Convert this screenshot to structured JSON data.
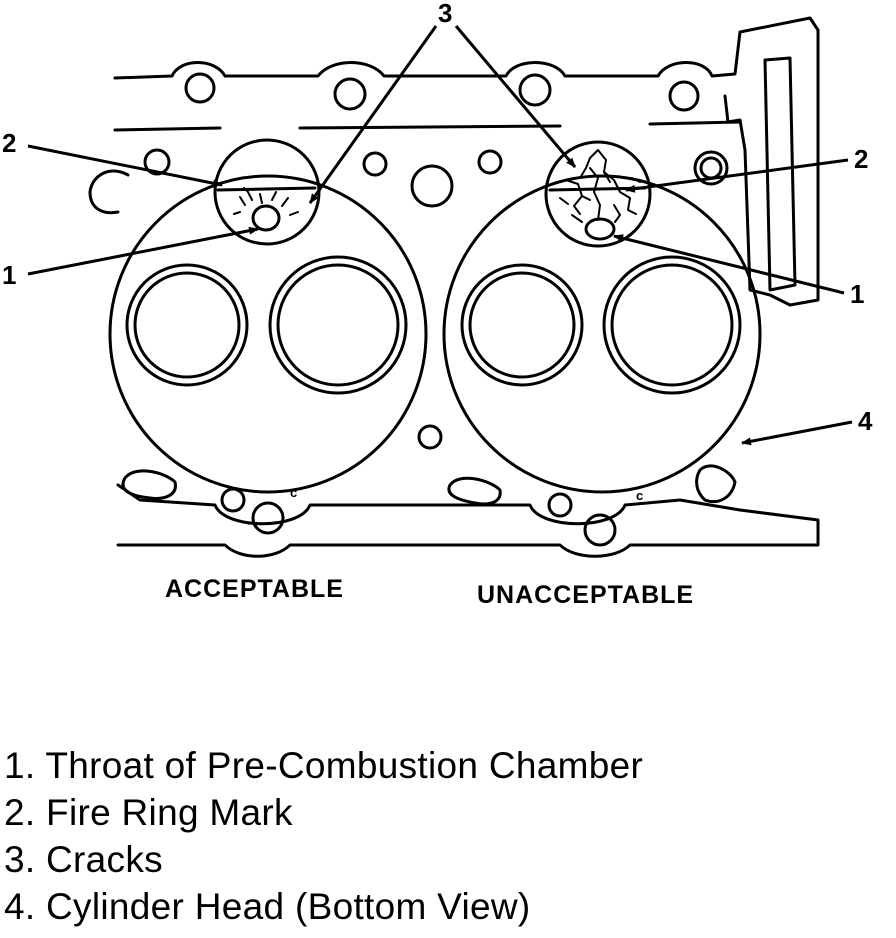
{
  "callouts": {
    "top_3": "3",
    "left_2": "2",
    "right_2": "2",
    "left_1": "1",
    "right_1": "1",
    "right_4": "4"
  },
  "captions": {
    "left": "ACCEPTABLE",
    "right": "UNACCEPTABLE"
  },
  "small_marks": {
    "left_c": "c",
    "right_c": "c"
  },
  "legend": [
    "1. Throat of Pre-Combustion Chamber",
    "2. Fire Ring Mark",
    "3. Cracks",
    "4. Cylinder Head (Bottom View)"
  ]
}
